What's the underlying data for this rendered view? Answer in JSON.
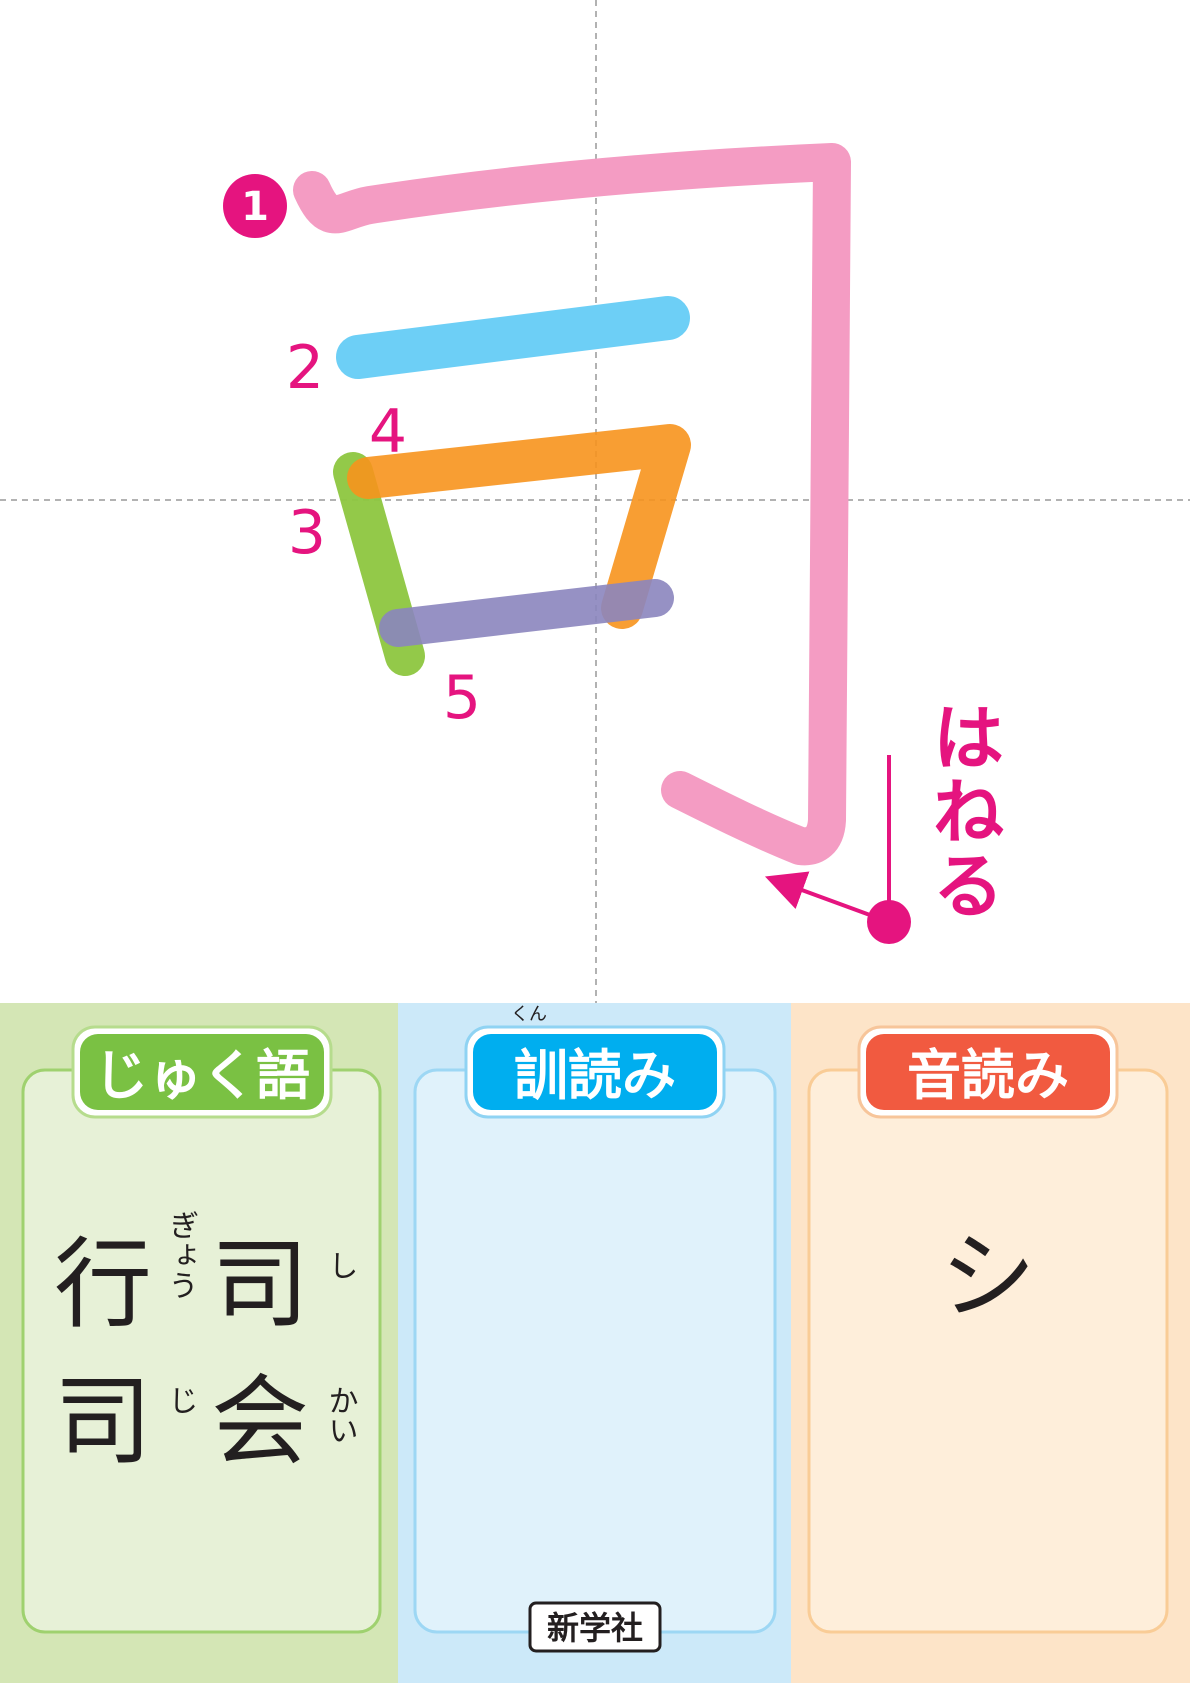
{
  "stroke_guide": {
    "stroke_numbers": [
      "1",
      "2",
      "3",
      "4",
      "5"
    ],
    "hane_label": "はねる"
  },
  "panels": {
    "jukugo": {
      "header": "じゅく語",
      "words": [
        {
          "kanji": [
            "司",
            "会"
          ],
          "furigana": [
            "し",
            "かい"
          ]
        },
        {
          "kanji": [
            "行",
            "司"
          ],
          "furigana": [
            "ぎょう",
            "じ"
          ]
        }
      ]
    },
    "kunyomi": {
      "header": "訓読み",
      "header_ruby": "くん",
      "readings": []
    },
    "onyomi": {
      "header": "音読み",
      "readings": [
        "シ"
      ]
    }
  },
  "publisher": "新学社",
  "colors": {
    "stroke1": "#f49cc3",
    "stroke2": "#6dcff6",
    "stroke3": "#8dc63f",
    "stroke4": "#f7941d",
    "stroke5": "#8b85be",
    "accent": "#e5147f",
    "jukugo": "#7ac143",
    "kunyomi": "#00aeef",
    "onyomi": "#f15a40"
  }
}
